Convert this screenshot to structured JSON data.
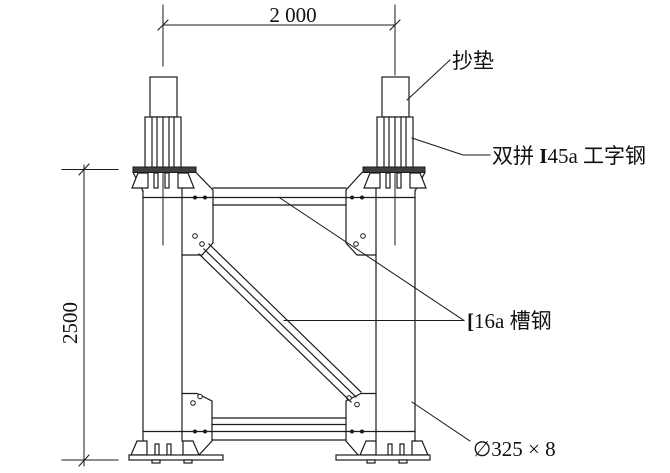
{
  "dimensions": {
    "top_width": "2 000",
    "left_height": "2500"
  },
  "labels": {
    "pad": "抄垫",
    "ibeam": {
      "prefix": "双拼 ",
      "symbol": "I",
      "size": "45a",
      "suffix": " 工字钢"
    },
    "channel": {
      "symbol": "[",
      "size": "16a",
      "suffix": " 槽钢"
    },
    "pipe": "∅325 × 8"
  },
  "colors": {
    "line": "#1b1b1b",
    "background": "#ffffff"
  }
}
